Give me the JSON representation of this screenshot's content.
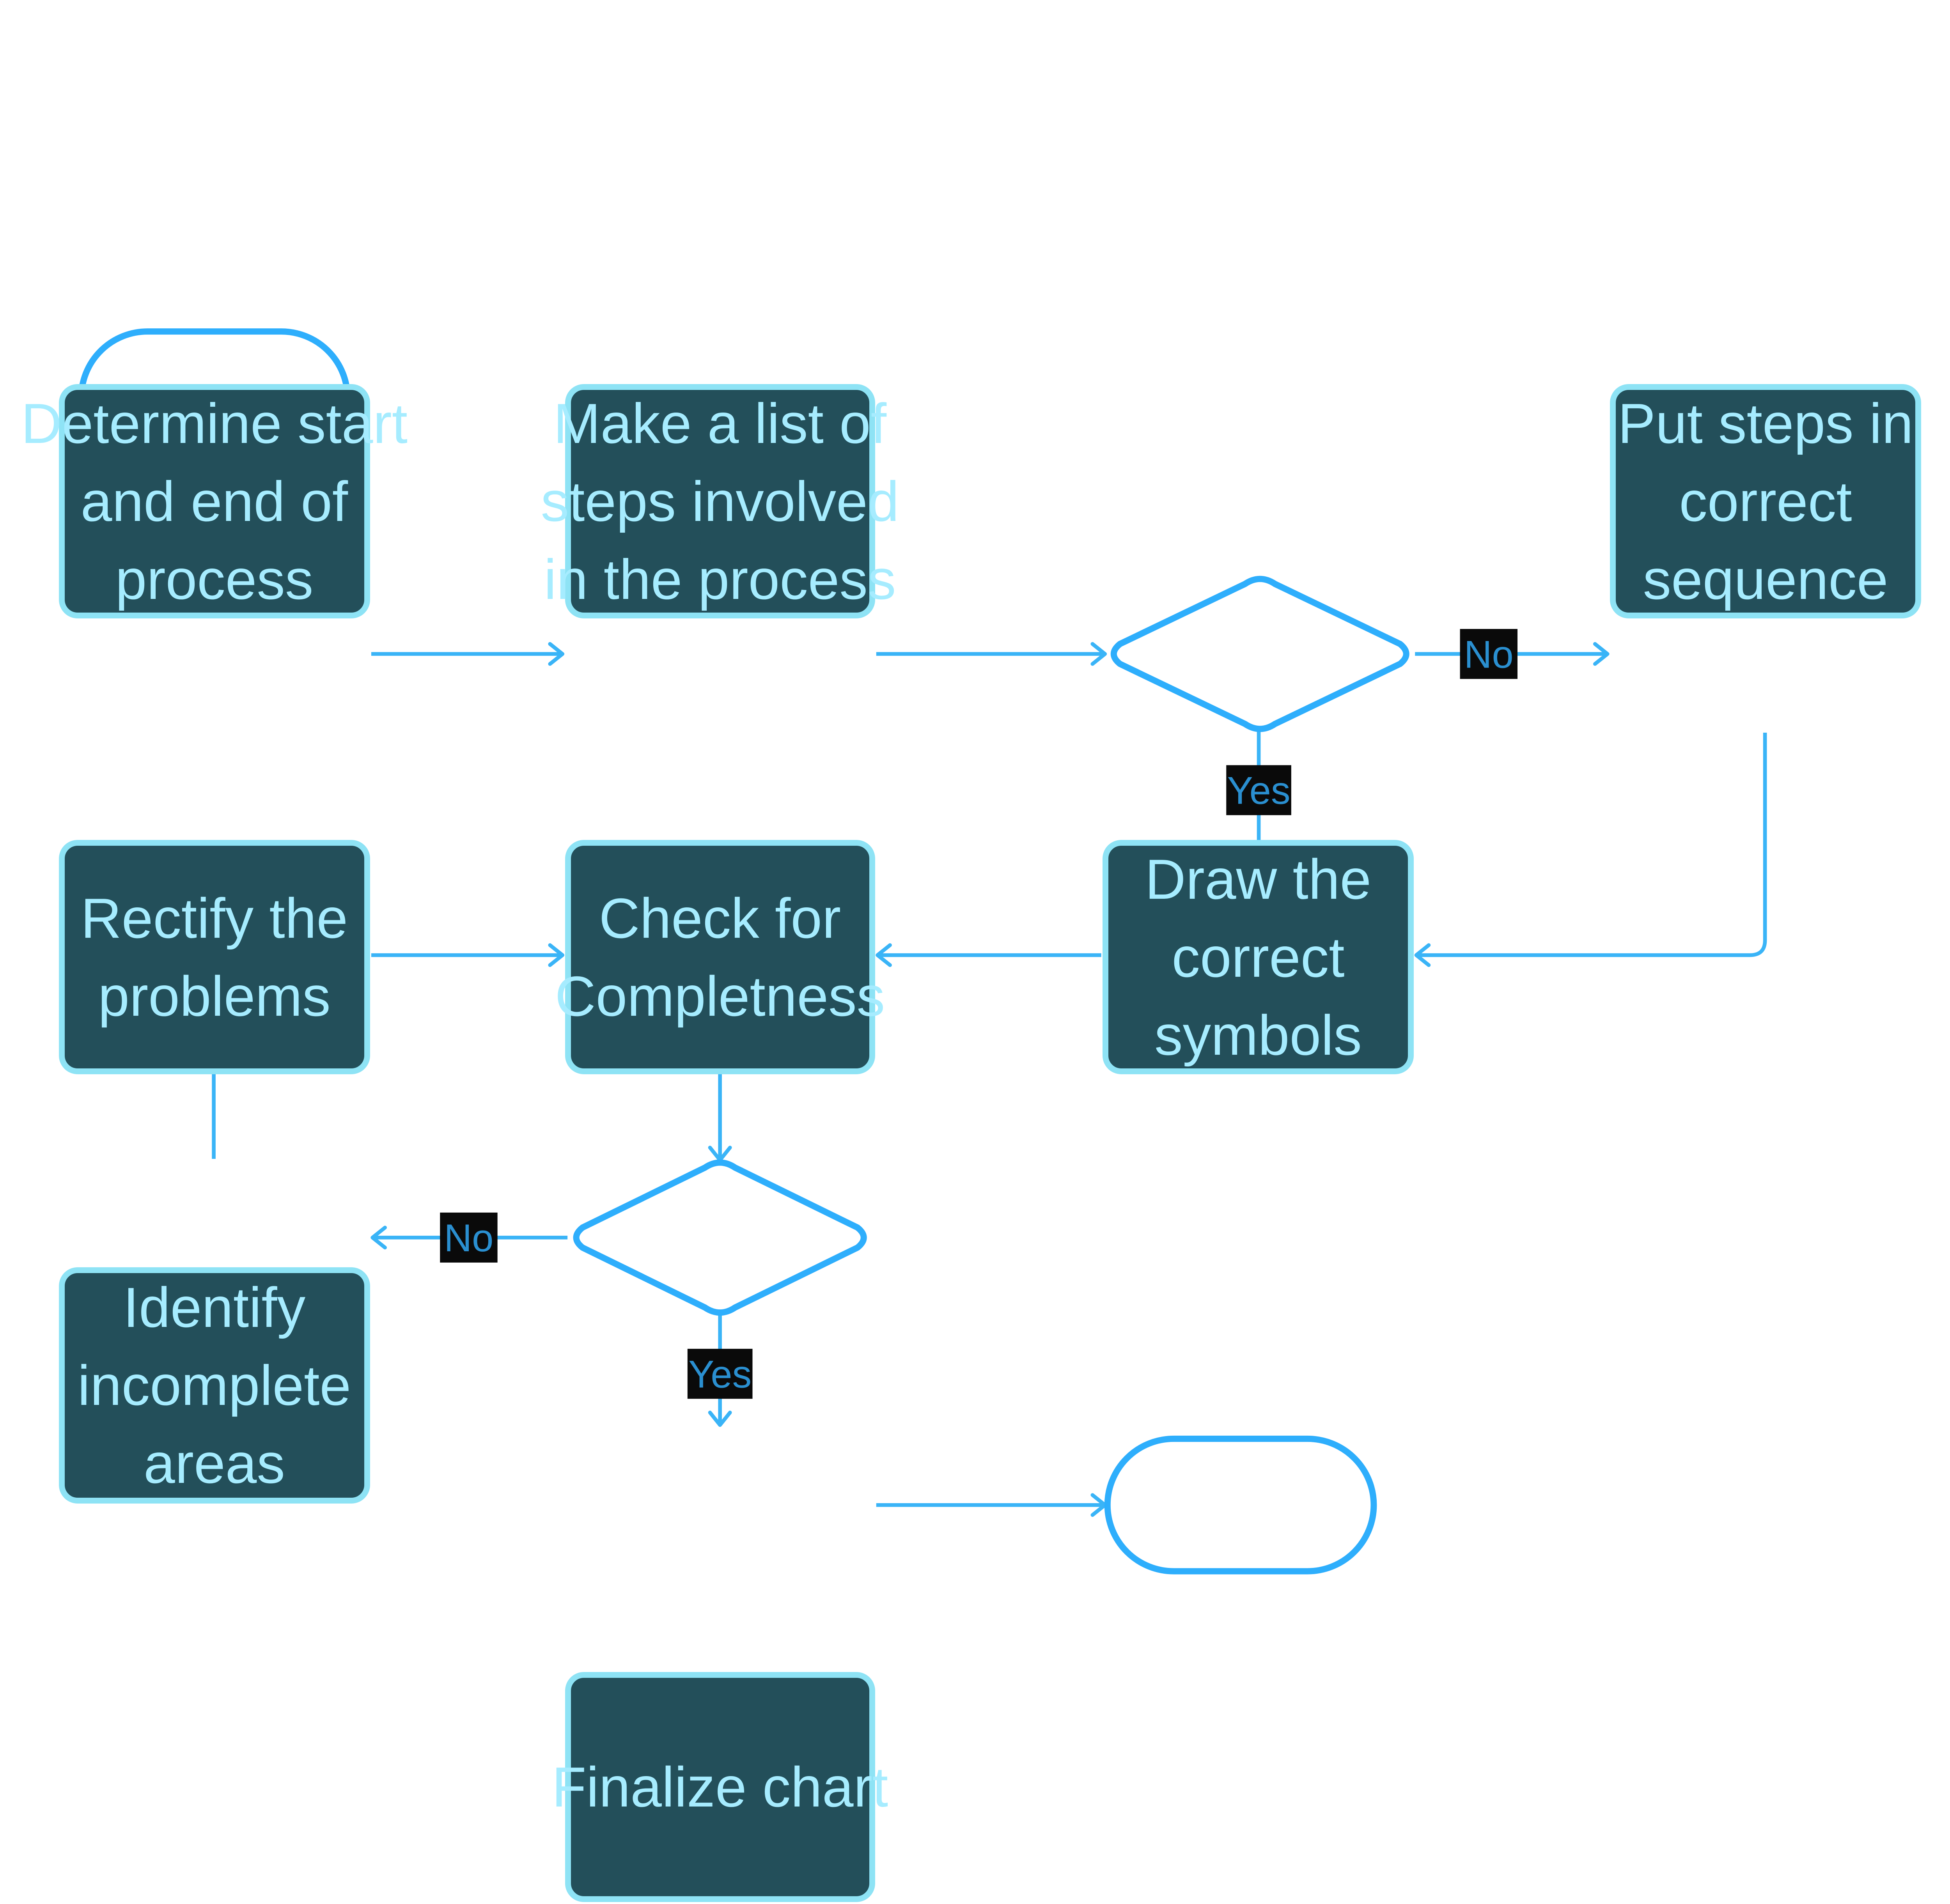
{
  "colors": {
    "node_fill": "#234f5a",
    "node_stroke": "#8ee3f5",
    "node_text": "#a6ecff",
    "edge": "#3ab4f7",
    "terminal_stroke": "#2eaefc",
    "edge_label_bg": "#0a0a0a",
    "edge_label_text": "#2a8fd0"
  },
  "nodes": {
    "start": {
      "label": ""
    },
    "determine": {
      "lines": [
        "Determine start",
        "and end of",
        "process"
      ]
    },
    "list_steps": {
      "lines": [
        "Make a list of",
        "steps involved",
        "in the process"
      ]
    },
    "decision1": {
      "label": ""
    },
    "put_steps": {
      "lines": [
        "Put steps in",
        "correct",
        "sequence"
      ]
    },
    "draw": {
      "lines": [
        "Draw the",
        "correct",
        "symbols"
      ]
    },
    "check": {
      "lines": [
        "Check for",
        "Completness"
      ]
    },
    "rectify": {
      "lines": [
        "Rectify the",
        "problems"
      ]
    },
    "decision2": {
      "label": ""
    },
    "identify": {
      "lines": [
        "Identify",
        "incomplete",
        "areas"
      ]
    },
    "finalize": {
      "lines": [
        "Finalize chart"
      ]
    },
    "end": {
      "label": ""
    }
  },
  "edges": {
    "d1_no": "No",
    "d1_yes": "Yes",
    "d2_no": "No",
    "d2_yes": "Yes"
  }
}
